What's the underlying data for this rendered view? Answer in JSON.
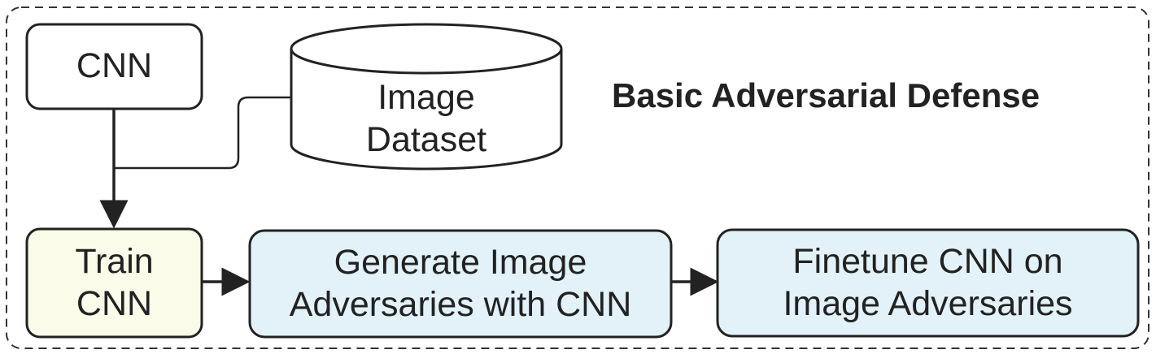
{
  "diagram": {
    "title": "Basic Adversarial Defense",
    "nodes": {
      "cnn": {
        "label": "CNN"
      },
      "dataset": {
        "label": "Image\nDataset"
      },
      "train": {
        "label": "Train\nCNN"
      },
      "generate": {
        "label": "Generate Image\nAdversaries with CNN"
      },
      "finetune": {
        "label": "Finetune CNN on\nImage Adversaries"
      }
    },
    "edges": [
      {
        "from": "cnn",
        "to": "train"
      },
      {
        "from": "dataset",
        "to": "train"
      },
      {
        "from": "train",
        "to": "generate"
      },
      {
        "from": "generate",
        "to": "finetune"
      }
    ]
  },
  "colors": {
    "stroke": "#222222",
    "train_fill": "#fafbe9",
    "process_fill": "#e3f2f9",
    "background": "#ffffff"
  }
}
